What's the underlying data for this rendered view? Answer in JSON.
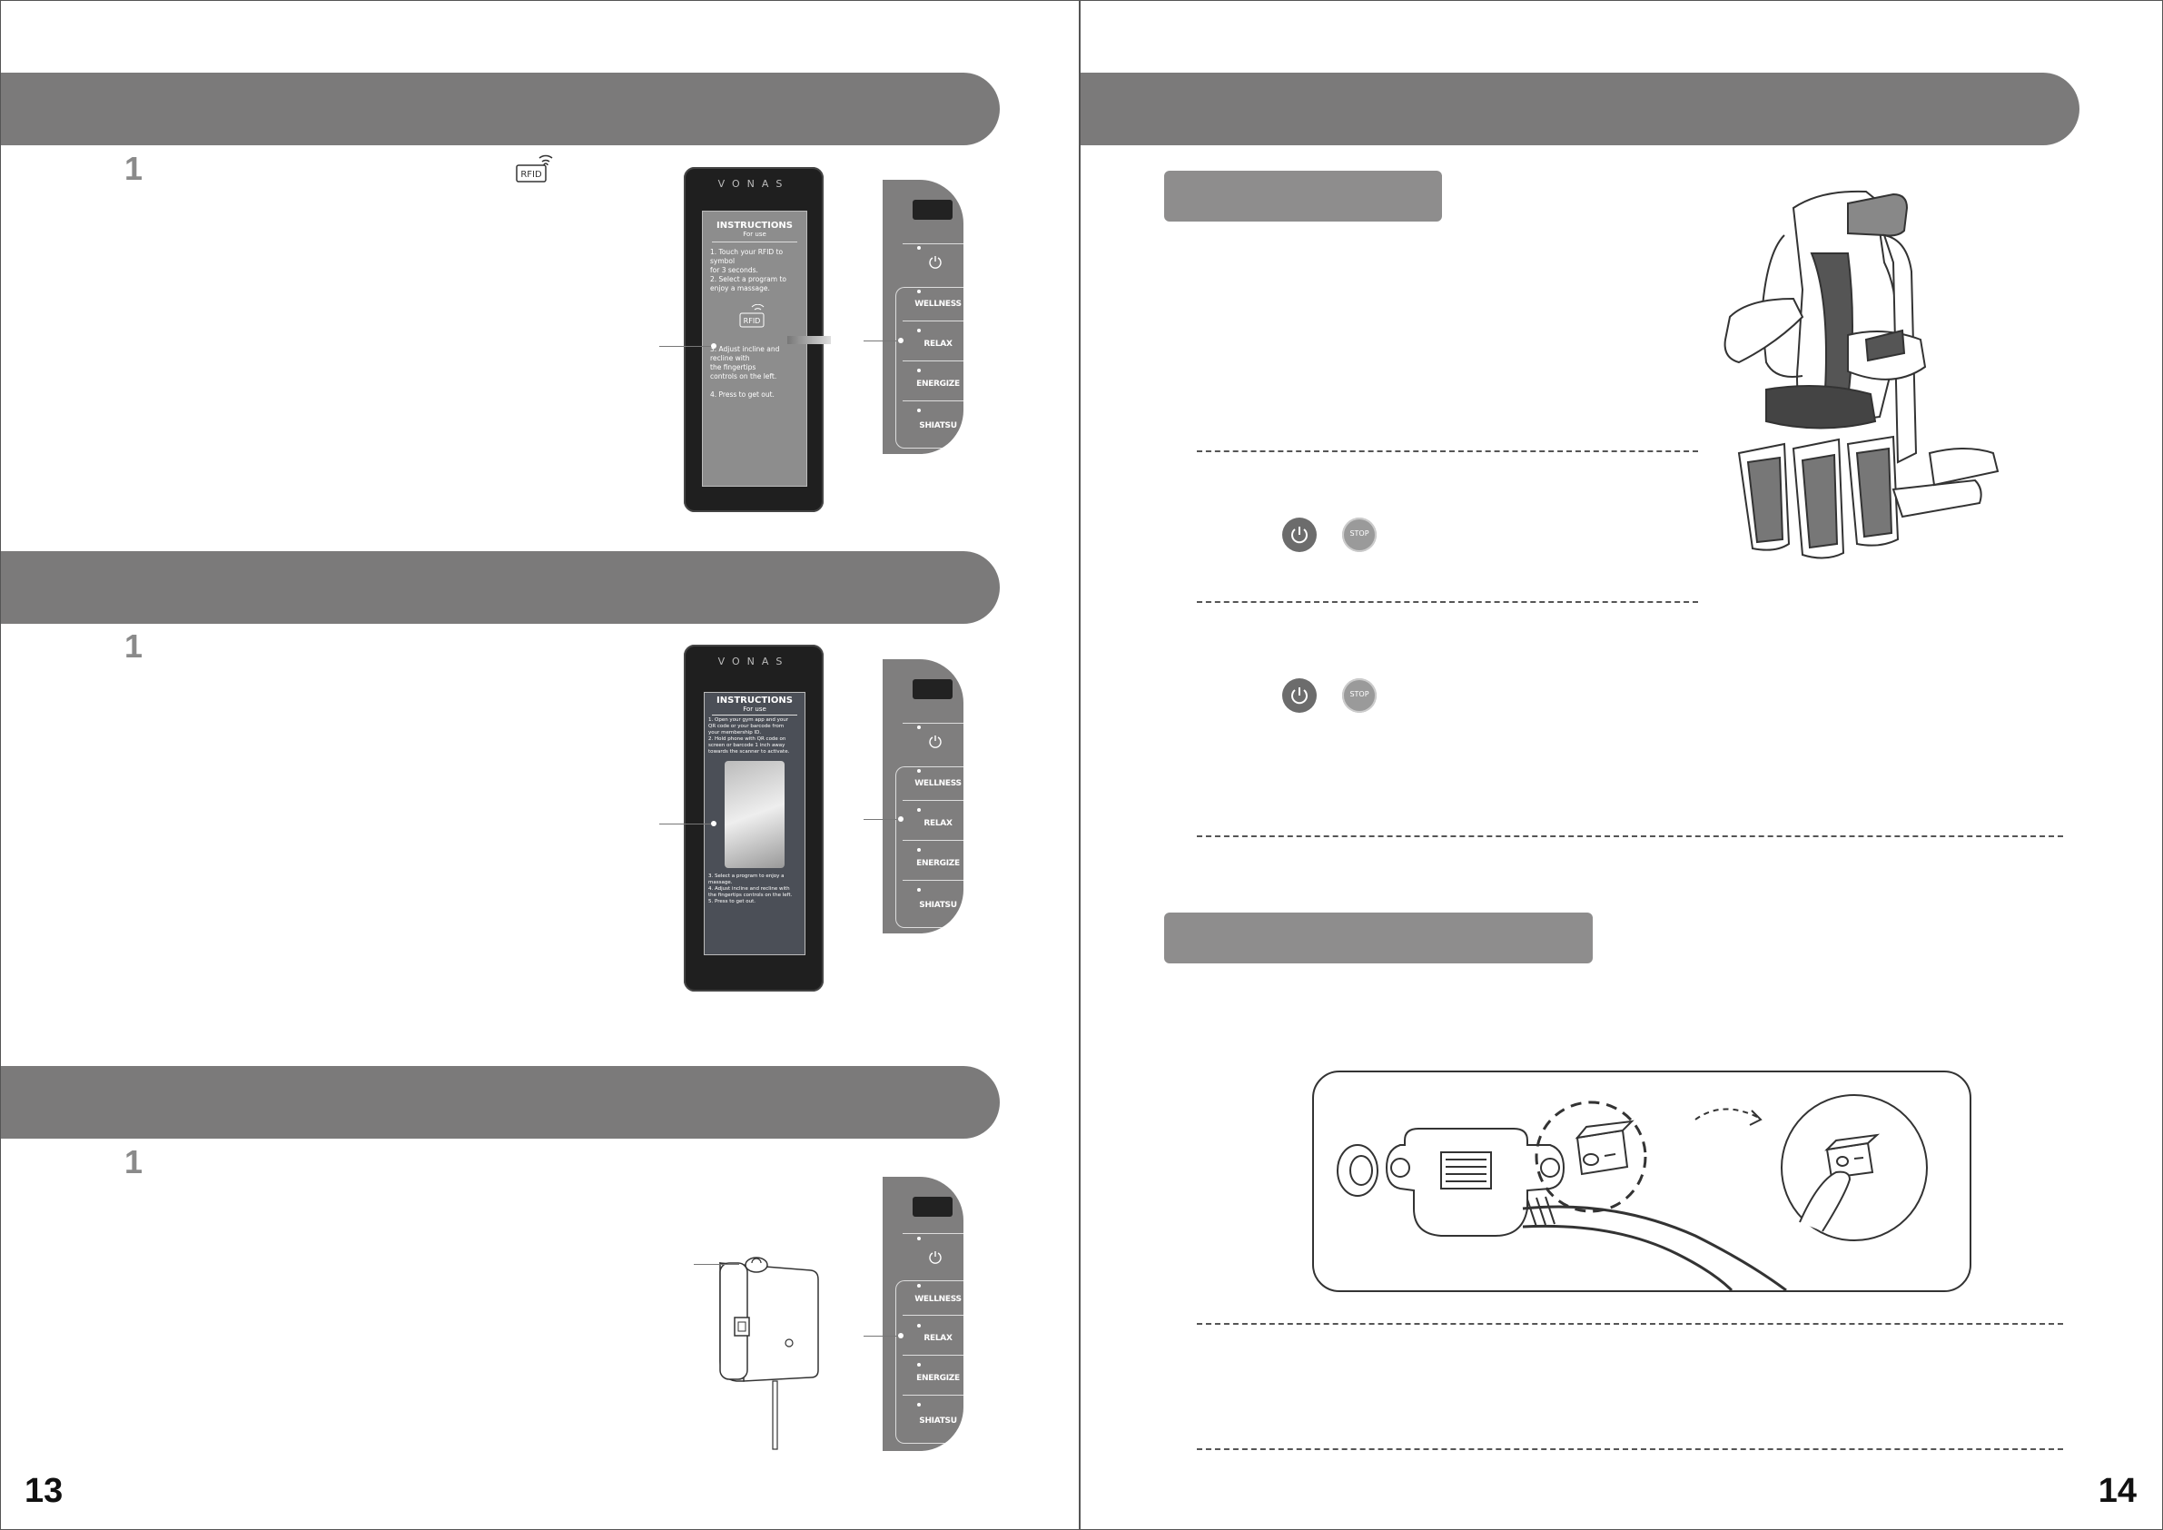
{
  "left_page": {
    "page_number": "13",
    "sections": [
      {
        "step": "1"
      },
      {
        "step": "1"
      },
      {
        "step": "1"
      }
    ],
    "rfid_icon_label": "RFID",
    "kiosk_rfid": {
      "logo": "VONAS",
      "title": "INSTRUCTIONS",
      "subtitle": "For use",
      "steps_top": "1. Touch your RFID to\n     symbol\n   for 3 seconds.\n2. Select a program to\n   enjoy a massage.",
      "rfid_label": "RFID",
      "steps_bottom": "3. Adjust incline and\n   recline with\n   the fingertips\n   controls on the left.\n\n4. Press    to get out."
    },
    "kiosk_qr": {
      "logo": "VONAS",
      "title": "INSTRUCTIONS",
      "subtitle": "For use",
      "steps_top": "1. Open your gym app and your\n   QR code or your barcode from\n   your membership ID.\n2. Hold phone with QR code on\n   screen or barcode 1 inch away\n   towards the scanner to activate.",
      "steps_bottom": "3. Select a program to enjoy a\n   massage.\n4. Adjust incline and recline with\n   the fingertips controls on the left.\n5. Press    to get out."
    },
    "control_panel": {
      "labels": [
        "WELLNESS",
        "RELAX",
        "ENERGIZE",
        "SHIATSU"
      ]
    }
  },
  "right_page": {
    "page_number": "14",
    "stop_label": "STOP"
  },
  "colors": {
    "band": "#7b7a7a",
    "sub_band": "#8e8d8d",
    "panel": "#7f7e7e"
  }
}
